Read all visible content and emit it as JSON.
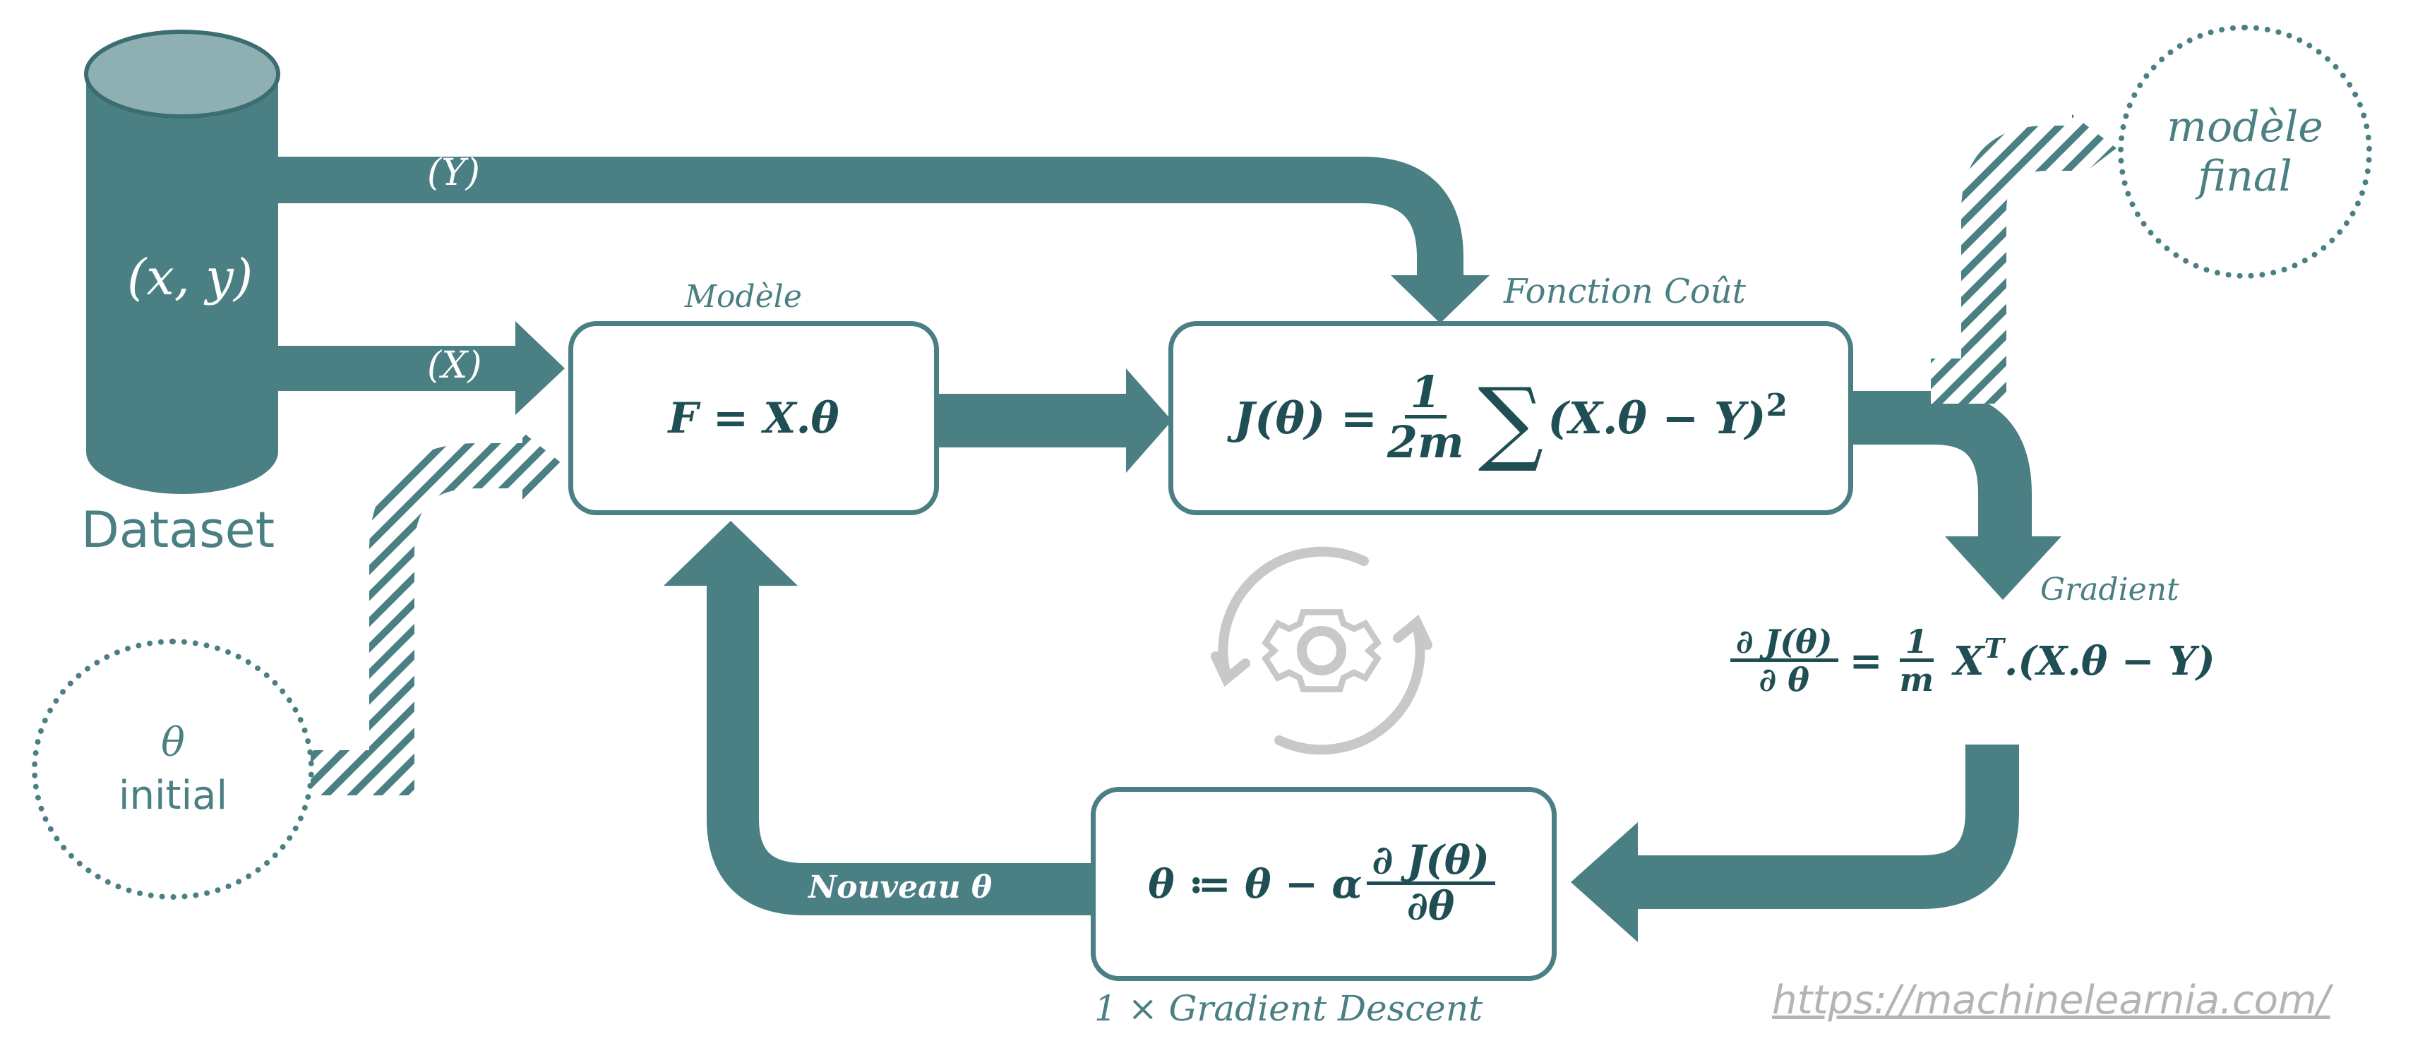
{
  "dataset": {
    "content": "(x, y)",
    "label": "Dataset"
  },
  "arrows": {
    "y_label": "(Y)",
    "x_label": "(X)",
    "nouveau_theta": "Nouveau θ"
  },
  "modele": {
    "title": "Modèle",
    "formula": "F = X.θ"
  },
  "cout": {
    "title": "Fonction Coût",
    "lhs": "J(θ) =",
    "frac_num": "1",
    "frac_den": "2m",
    "sum": "∑",
    "rhs": "(X.θ  − Y)",
    "exp": "2"
  },
  "gradient": {
    "title": "Gradient",
    "frac_num": "∂ J(θ)",
    "frac_den": "∂ θ",
    "eq": "=",
    "coef_num": "1",
    "coef_den": "m",
    "rhs_base": "X",
    "rhs_exp": "T",
    "rhs_tail": ".(X.θ − Y)"
  },
  "update": {
    "lhs": "θ ≔ θ −  α",
    "frac_num": "∂ J(θ)",
    "frac_den": "∂θ",
    "caption": "1 × Gradient Descent"
  },
  "theta_initial": {
    "symbol": "θ",
    "label": "initial"
  },
  "modele_final": {
    "line1": "modèle",
    "line2": "final"
  },
  "watermark": "https://machinelearnia.com/",
  "colors": {
    "teal": "#4a7f83",
    "teal_dark": "#1f4f55",
    "gear": "#c8c8c8",
    "watermark": "#b4b4b4"
  },
  "icons": {
    "cycle": "gear-refresh-icon"
  }
}
